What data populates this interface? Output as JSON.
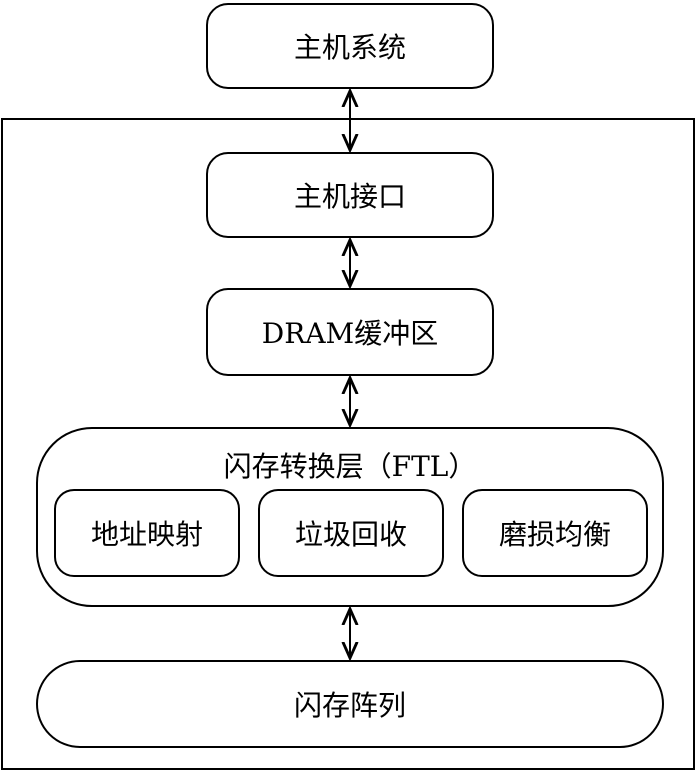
{
  "host_system": "主机系统",
  "host_interface": "主机接口",
  "dram_buffer": "DRAM缓冲区",
  "ftl": {
    "title": "闪存转换层（FTL）",
    "modules": [
      "地址映射",
      "垃圾回收",
      "磨损均衡"
    ]
  },
  "flash_array": "闪存阵列"
}
